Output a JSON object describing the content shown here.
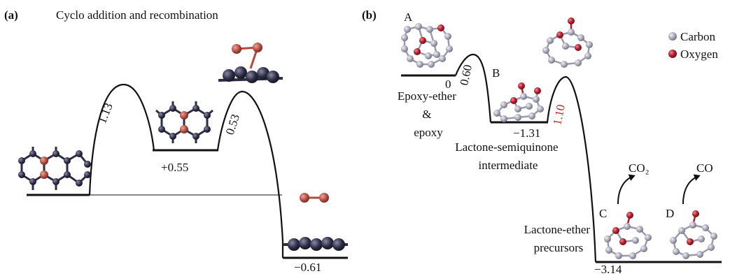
{
  "colors": {
    "carbon_dark": "#2c2c45",
    "oxygen_dark": "#b44a3e",
    "carbon_light": "#a9a9b9",
    "oxygen_light": "#b01c2e",
    "highlight_red": "#c0272d",
    "line": "#111111"
  },
  "panel_a": {
    "label": "(a)",
    "title": "Cyclo addition and recombination",
    "barriers": [
      "1.13",
      "0.53"
    ],
    "energies": [
      "+0.55",
      "−0.61"
    ]
  },
  "panel_b": {
    "label": "(b)",
    "states": [
      {
        "letter": "A",
        "name_lines": [
          "Epoxy-ether",
          "&",
          "epoxy"
        ],
        "energy": "0"
      },
      {
        "letter": "B",
        "name_lines": [
          "Lactone-semiquinone",
          "intermediate"
        ],
        "energy": "−1.31"
      },
      {
        "letters": [
          "C",
          "D"
        ],
        "name_lines": [
          "Lactone-ether",
          "precursors"
        ],
        "energy": "−3.14"
      }
    ],
    "barriers": [
      "0.60",
      "1.10"
    ],
    "products": [
      "CO₂",
      "CO"
    ],
    "legend": [
      {
        "label": "Carbon",
        "color": "#a9a9b9"
      },
      {
        "label": "Oxygen",
        "color": "#b01c2e"
      }
    ]
  }
}
